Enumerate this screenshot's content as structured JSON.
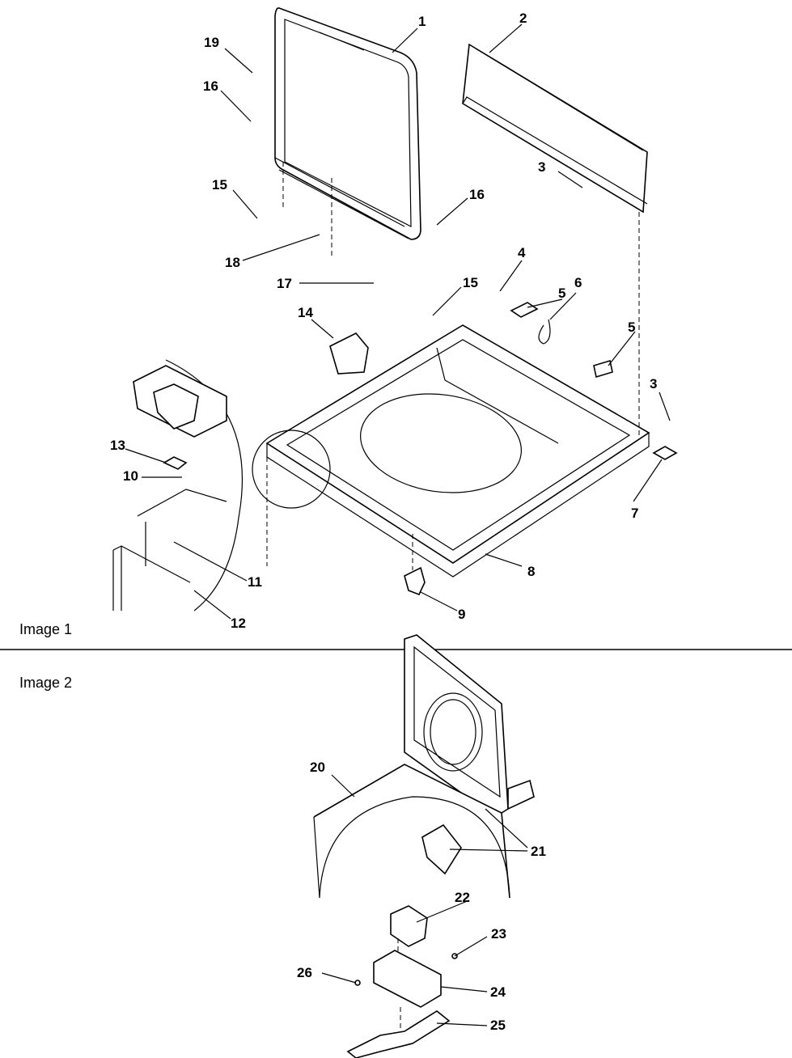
{
  "image1": {
    "caption": "Image 1",
    "callouts": [
      "1",
      "2",
      "3",
      "3",
      "4",
      "5",
      "5",
      "6",
      "7",
      "8",
      "9",
      "10",
      "11",
      "12",
      "13",
      "14",
      "15",
      "15",
      "16",
      "16",
      "17",
      "18",
      "19"
    ]
  },
  "image2": {
    "caption": "Image 2",
    "callouts": [
      "20",
      "21",
      "22",
      "23",
      "24",
      "25",
      "26"
    ]
  },
  "colors": {
    "line": "#000000",
    "background": "#ffffff"
  }
}
